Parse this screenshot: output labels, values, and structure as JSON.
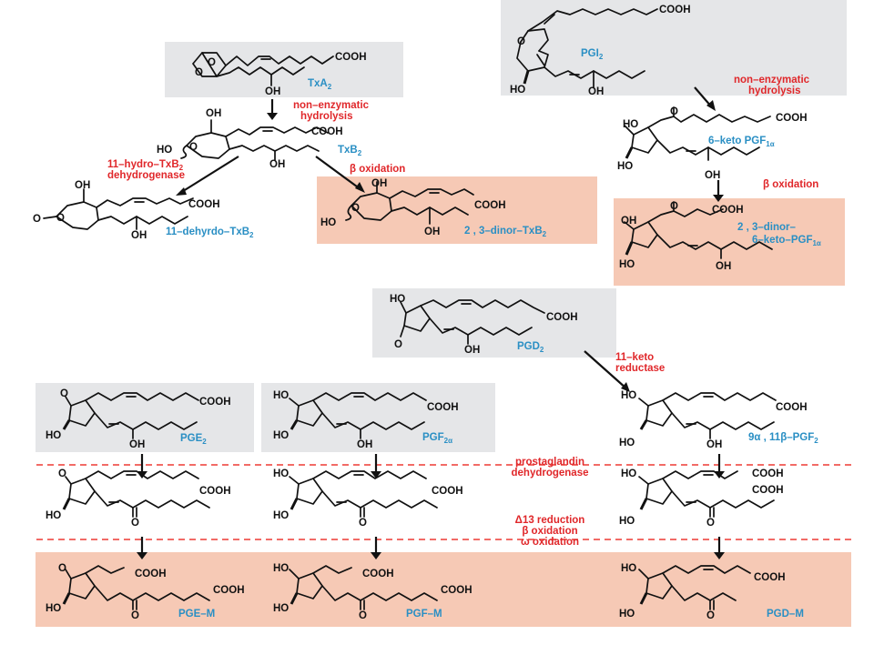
{
  "atoms": {
    "cooh": "COOH",
    "oh": "OH",
    "ho": "HO",
    "o": "O"
  },
  "compounds": {
    "txa2": "TxA",
    "txa2_sub": "2",
    "txb2": "TxB",
    "txb2_sub": "2",
    "dehydro_txb2": "11–dehyrdo–TxB",
    "dehydro_txb2_sub": "2",
    "dinor_txb2": "2 , 3–dinor–TxB",
    "dinor_txb2_sub": "2",
    "pgi2": "PGI",
    "pgi2_sub": "2",
    "keto_pgf1a": "6–keto PGF",
    "keto_pgf1a_sub": "1α",
    "dinor_keto_line1": "2 , 3–dinor–",
    "dinor_keto_line2": "6–keto–PGF",
    "dinor_keto_sub": "1α",
    "pgd2": "PGD",
    "pgd2_sub": "2",
    "pge2": "PGE",
    "pge2_sub": "2",
    "pgf2a": "PGF",
    "pgf2a_sub": "2α",
    "pgf2_9a11b": "9α , 11β–PGF",
    "pgf2_9a11b_sub": "2",
    "pge_m": "PGE–M",
    "pgf_m": "PGF–M",
    "pgd_m": "PGD–M"
  },
  "enzymes": {
    "nonenz_tx_1": "non–enzymatic",
    "nonenz_tx_2": "hydrolysis",
    "hydro_dh_1": "11–hydro–TxB",
    "hydro_dh_sub": "2",
    "hydro_dh_2": "dehydrogenase",
    "beta_ox_tx": "β oxidation",
    "nonenz_pgi_1": "non–enzymatic",
    "nonenz_pgi_2": "hydrolysis",
    "beta_ox_pgi": "β oxidation",
    "keto_red_1": "11–keto",
    "keto_red_2": "reductase",
    "pgdh_1": "prostaglandin",
    "pgdh_2": "dehydrogenase",
    "d13_red": "Δ13 reduction",
    "beta_ox": "β oxidation",
    "omega_ox": "ω oxidation"
  }
}
